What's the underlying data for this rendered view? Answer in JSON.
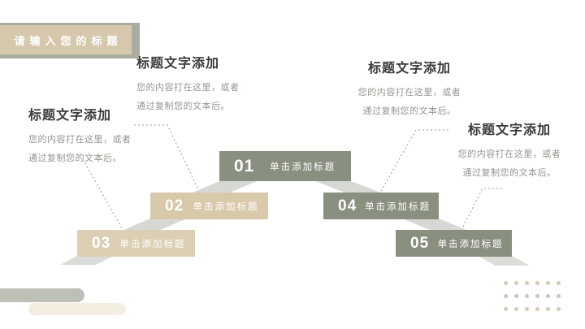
{
  "banner": {
    "label": "请输入您的标题"
  },
  "blocks": [
    {
      "title": "标题文字添加",
      "line1": "您的内容打在这里，或者",
      "line2": "通过复制您的文本后。"
    },
    {
      "title": "标题文字添加",
      "line1": "您的内容打在这里，或者",
      "line2": "通过复制您的文本后。"
    },
    {
      "title": "标题文字添加",
      "line1": "您的内容打在这里，或者",
      "line2": "通过复制您的文本后。"
    },
    {
      "title": "标题文字添加",
      "line1": "您的内容打在这里，或者",
      "line2": "通过复制您的文本后。"
    }
  ],
  "steps": [
    {
      "num": "01",
      "label": "单击添加标题"
    },
    {
      "num": "02",
      "label": "单击添加标题"
    },
    {
      "num": "03",
      "label": "单击添加标题"
    },
    {
      "num": "04",
      "label": "单击添加标题"
    },
    {
      "num": "05",
      "label": "单击添加标题"
    }
  ],
  "colors": {
    "step_green": "#8a9080",
    "step_beige": "#d9c9ab",
    "step_beige_light": "#dccfb4",
    "banner_fill": "#d6c8ad",
    "banner_shadow": "#a9ada1",
    "ribbon_fold": "#d7d8d4",
    "heading_text": "#3b3b3b",
    "body_text": "#98948f",
    "dot_beige": "#d7cbb0",
    "pill_gray": "#bdc0b7",
    "pill_cream": "#f3eedf"
  }
}
